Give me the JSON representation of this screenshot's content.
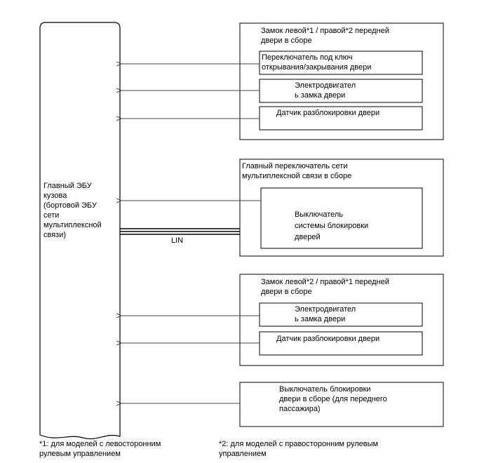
{
  "ecu": {
    "label": "Главный ЭБУ\nкузова\n(бортовой ЭБУ\nсети\nмультиплексной\nсвязи)"
  },
  "group1": {
    "title": "Замок левой*1 / правой*2 передней\nдвери в сборе",
    "items": [
      "Переключатель под ключ\nоткрывания/закрывания двери",
      "Электродвигател\nь замка двери",
      "Датчик разблокировки двери"
    ]
  },
  "group2": {
    "title": "Главный переключатель сети\nмультиплексной связи в сборе",
    "item": "Выключатель\nсистемы блокировки\nдверей",
    "bus_label": "LIN"
  },
  "group3": {
    "title": "Замок левой*2 / правой*1 передней\nдвери в сборе",
    "items": [
      "Электродвигател\nь замка двери",
      "Датчик разблокировки двери"
    ]
  },
  "group4": {
    "item": "Выключатель блокировки\nдвери в сборе (для переднего\nпассажира)"
  },
  "footnotes": {
    "note1": "*1: для моделей с левосторонним\nрулевым управлением",
    "note2": "*2: для моделей с правосторонним рулевым\nуправлением"
  }
}
